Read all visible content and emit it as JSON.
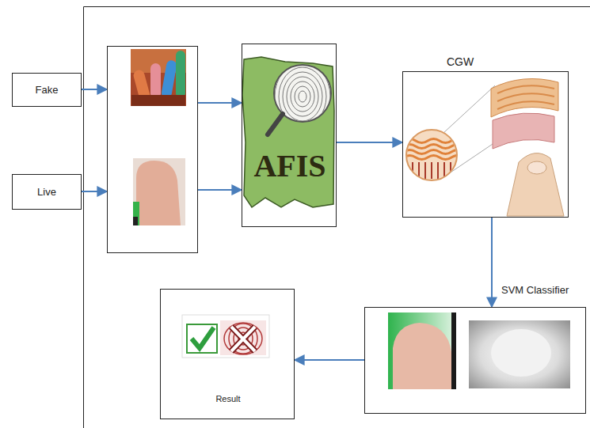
{
  "diagram": {
    "nodes": [
      {
        "text": [
          "Fake"
        ]
      },
      {
        "text": [
          "Live"
        ]
      },
      {
        "text": []
      },
      {
        "text": [
          "AFIS"
        ]
      },
      {
        "text": [
          "CGW"
        ]
      },
      {
        "text": [
          "SVM Classifier"
        ]
      },
      {
        "text": [
          "Result"
        ]
      }
    ],
    "edges": [
      {
        "from": 0,
        "to": 2,
        "arrow": "to"
      },
      {
        "from": 1,
        "to": 2,
        "arrow": "to"
      },
      {
        "from": 2,
        "to": 3,
        "arrow": "to"
      },
      {
        "from": 2,
        "to": 3,
        "arrow": "to"
      },
      {
        "from": 3,
        "to": 4,
        "arrow": "to"
      },
      {
        "from": 4,
        "to": 5,
        "arrow": "to"
      },
      {
        "from": 5,
        "to": 6,
        "arrow": "to"
      }
    ]
  }
}
